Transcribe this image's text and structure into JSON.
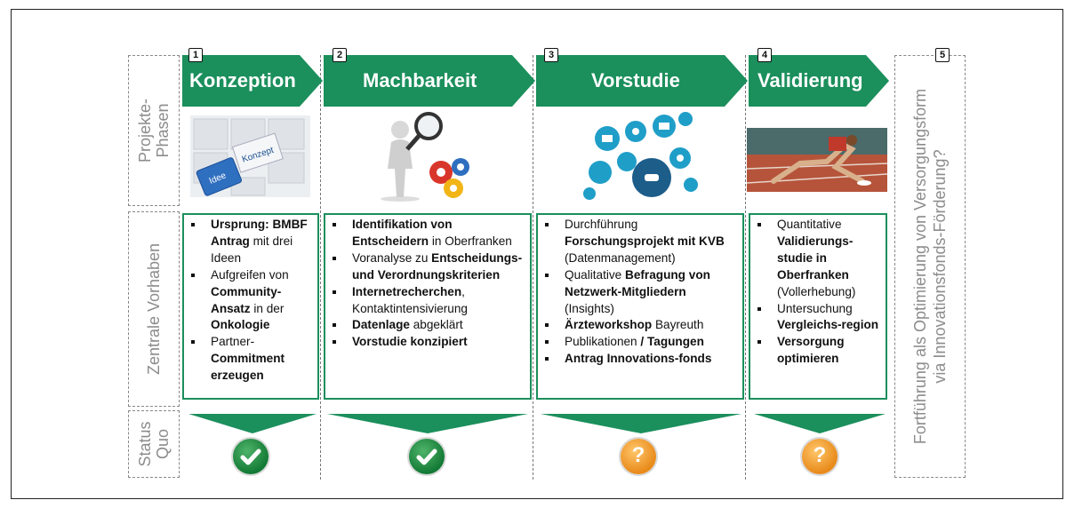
{
  "row_labels": {
    "phases": "Projekte-\nPhasen",
    "plans": "Zentrale Vorhaben",
    "status": "Status\nQuo"
  },
  "phases": [
    {
      "number": "1",
      "title": "Konzeption",
      "status": "done",
      "image_text": [
        "Konzept",
        "Idee"
      ],
      "bullets": [
        [
          {
            "t": "Ursprung: BMBF Antrag",
            "b": true
          },
          {
            "t": " mit drei Ideen",
            "b": false
          }
        ],
        [
          {
            "t": "Aufgreifen von ",
            "b": false
          },
          {
            "t": "Community-Ansatz",
            "b": true
          },
          {
            "t": " in der ",
            "b": false
          },
          {
            "t": "Onkologie",
            "b": true
          }
        ],
        [
          {
            "t": "Partner-",
            "b": false
          },
          {
            "t": "Commitment erzeugen",
            "b": true
          }
        ]
      ]
    },
    {
      "number": "2",
      "title": "Machbarkeit",
      "status": "done",
      "bullets": [
        [
          {
            "t": "Identifikation von Entscheidern",
            "b": true
          },
          {
            "t": " in Oberfranken",
            "b": false
          }
        ],
        [
          {
            "t": "Voranalyse zu ",
            "b": false
          },
          {
            "t": "Entscheidungs- und Verordnungskriterien",
            "b": true
          }
        ],
        [
          {
            "t": "Internetrecherchen",
            "b": true
          },
          {
            "t": ", Kontaktintensivierung",
            "b": false
          }
        ],
        [
          {
            "t": "Datenlage",
            "b": true
          },
          {
            "t": " abgeklärt",
            "b": false
          }
        ],
        [
          {
            "t": "Vorstudie konzipiert",
            "b": true
          }
        ]
      ]
    },
    {
      "number": "3",
      "title": "Vorstudie",
      "status": "open",
      "bullets": [
        [
          {
            "t": "Durchführung ",
            "b": false
          },
          {
            "t": "Forschungsprojekt mit KVB",
            "b": true
          },
          {
            "t": " (Datenmanagement)",
            "b": false
          }
        ],
        [
          {
            "t": "Qualitative ",
            "b": false
          },
          {
            "t": "Befragung von Netzwerk-Mitgliedern",
            "b": true
          },
          {
            "t": " (Insights)",
            "b": false
          }
        ],
        [
          {
            "t": "Ärzteworkshop",
            "b": true
          },
          {
            "t": " Bayreuth",
            "b": false
          }
        ],
        [
          {
            "t": "Publikationen ",
            "b": false
          },
          {
            "t": "/ Tagungen",
            "b": true
          }
        ],
        [
          {
            "t": "Antrag Innovations-fonds",
            "b": true
          }
        ]
      ]
    },
    {
      "number": "4",
      "title": "Validierung",
      "status": "open",
      "bullets": [
        [
          {
            "t": "Quantitative ",
            "b": false
          },
          {
            "t": "Validierungs-studie in Oberfranken",
            "b": true
          },
          {
            "t": " (Vollerhebung)",
            "b": false
          }
        ],
        [
          {
            "t": "Untersuchung ",
            "b": false
          },
          {
            "t": "Vergleichs-region",
            "b": true
          }
        ],
        [
          {
            "t": "Versorgung optimieren",
            "b": true
          }
        ]
      ]
    }
  ],
  "phase5": {
    "number": "5",
    "text": "Fortführung als Optimierung von Versorgungsform\nvia Innovationsfonds-Förderung?"
  },
  "status_glyphs": {
    "done": "✔",
    "open": "?"
  },
  "colors": {
    "green": "#1b8f5c",
    "done": "#137a35",
    "open": "#f0a030",
    "label_gray": "#8c8c8c"
  }
}
